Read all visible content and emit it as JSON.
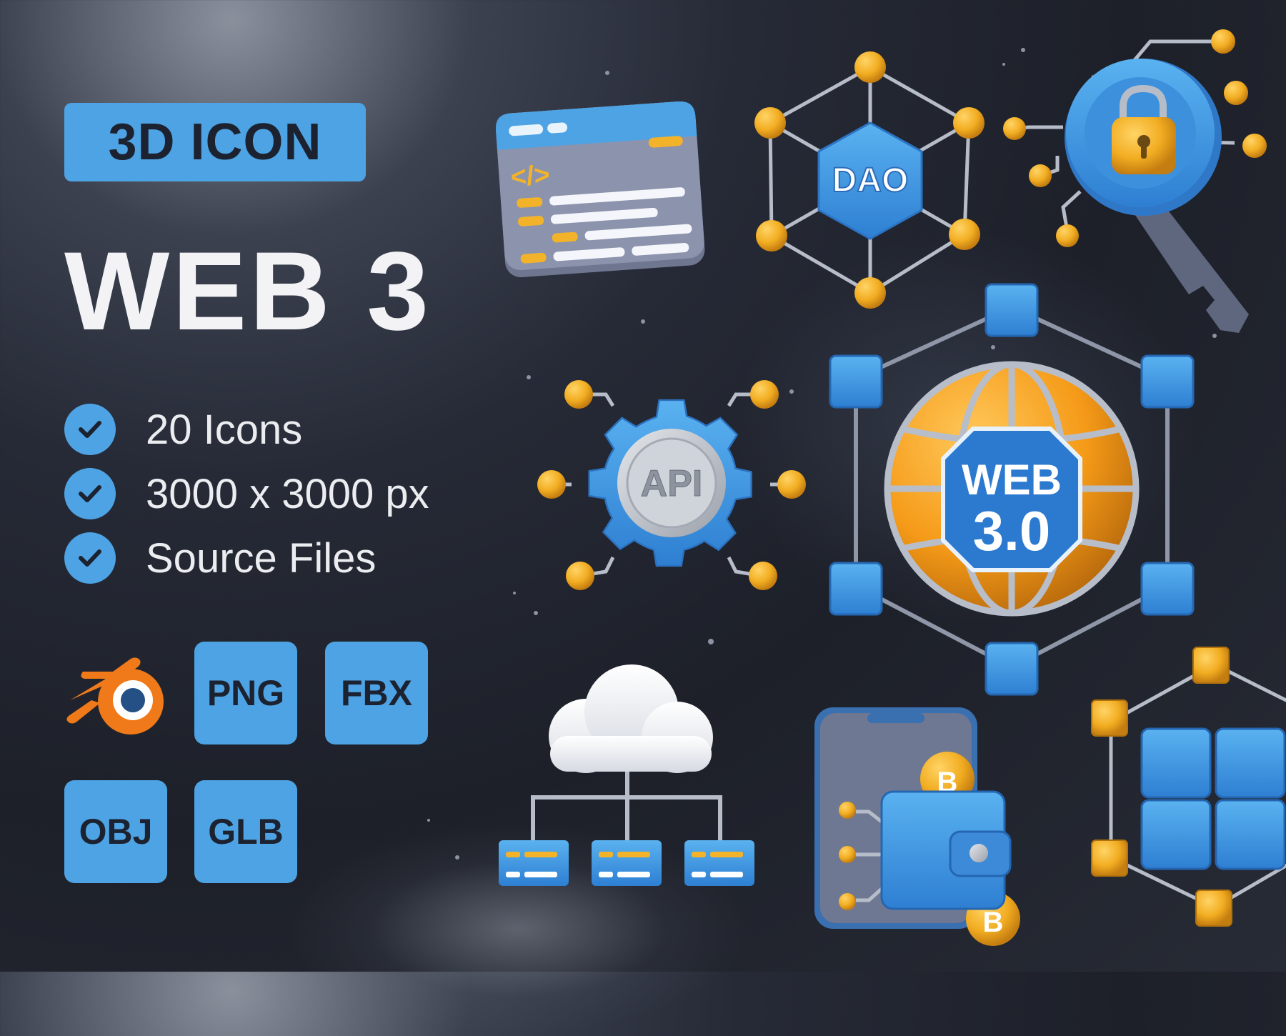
{
  "badge": {
    "label": "3D ICON"
  },
  "title": "WEB 3",
  "features": [
    {
      "label": "20 Icons",
      "icon": "check-icon"
    },
    {
      "label": "3000 x 3000 px",
      "icon": "check-icon"
    },
    {
      "label": "Source Files",
      "icon": "check-icon"
    }
  ],
  "formats": {
    "png": "PNG",
    "fbx": "FBX",
    "obj": "OBJ",
    "glb": "GLB",
    "blender": "blender-logo-icon"
  },
  "icons": {
    "dao": "DAO",
    "api": "API",
    "web_line1": "WEB",
    "web_line2": "3.0",
    "bitcoin": "B"
  },
  "colors": {
    "accent_blue": "#4da3e3",
    "gold": "#f2b32a",
    "dark_text": "#1c2230",
    "light_text": "#f3f3f5"
  }
}
